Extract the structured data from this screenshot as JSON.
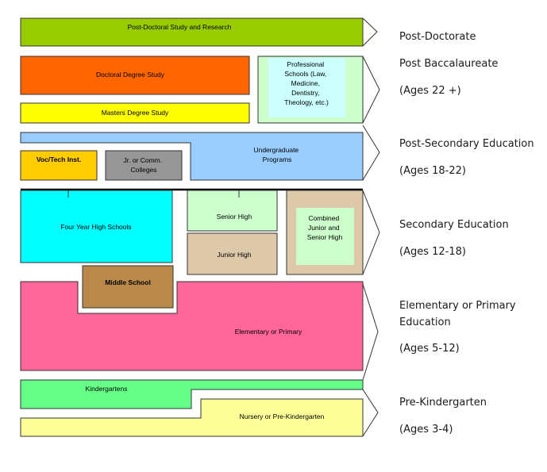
{
  "colors": {
    "post_doctoral": "#99cc00",
    "doctoral": "#ff6600",
    "masters": "#ffff00",
    "professional_outer": "#ccffcc",
    "professional_inner": "#ccffff",
    "undergraduate": "#99ccff",
    "voc_tech": "#ffcc00",
    "junior_college": "#969696",
    "four_year_high": "#00ffff",
    "senior_high": "#ccffcc",
    "junior_high": "#ddc9a9",
    "combined_outer": "#ddc9a9",
    "combined_inner": "#ccffcc",
    "middle_school": "#b8894a",
    "elementary": "#ff6699",
    "kindergarten": "#66ff88",
    "nursery": "#ffff99"
  },
  "boxes": {
    "post_doctoral": "Post-Doctoral Study and Research",
    "doctoral": "Doctoral Degree Study",
    "masters": "Masters Degree Study",
    "professional": [
      "Professional",
      "Schools (Law,",
      "Medicine,",
      "Dentistry,",
      "Theology,    etc.)"
    ],
    "undergraduate": [
      "Undergraduate",
      "Programs"
    ],
    "voc_tech": "Voc/Tech Inst.",
    "junior_college": [
      "Jr. or Comm.",
      "Colleges"
    ],
    "four_year_high": "Four Year High Schools",
    "senior_high": "Senior High",
    "junior_high": "Junior High",
    "combined": [
      "Combined",
      "Junior and",
      "Senior High"
    ],
    "middle_school": "Middle School",
    "elementary": "Elementary or Primary",
    "kindergarten": "Kindergartens",
    "nursery": "Nursery or Pre-Kindergarten"
  },
  "side_labels": {
    "post_doctorate": "Post-Doctorate",
    "post_baccalaureate": "Post Baccalaureate",
    "post_baccalaureate_ages": "(Ages 22 +)",
    "post_secondary": "Post-Secondary Education",
    "post_secondary_ages": "(Ages 18-22)",
    "secondary": "Secondary Education",
    "secondary_ages": "(Ages 12-18)",
    "elementary_line1": "Elementary or Primary",
    "elementary_line2": "Education",
    "elementary_ages": "(Ages 5-12)",
    "pre_kindergarten": "Pre-Kindergarten",
    "pre_kindergarten_ages": "(Ages 3-4)"
  }
}
